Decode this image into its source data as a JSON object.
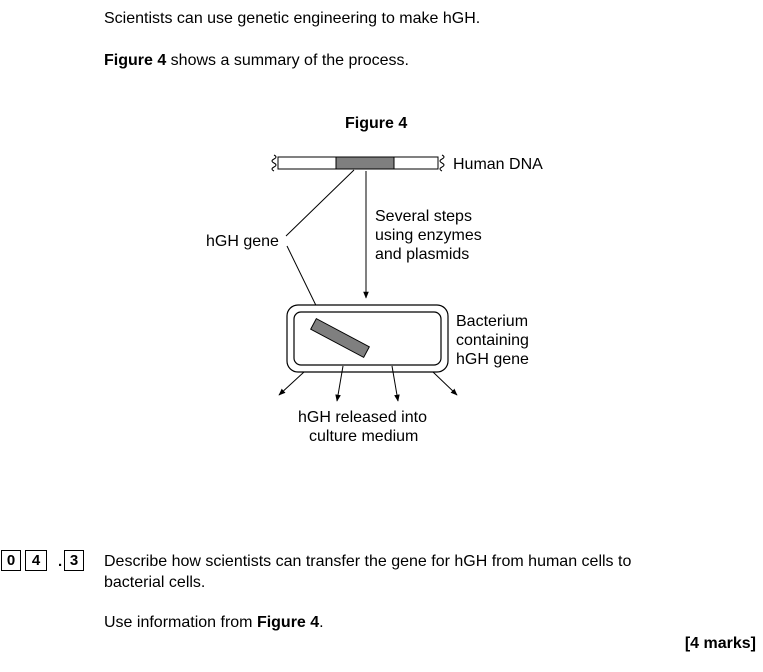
{
  "intro": {
    "line1": "Scientists can use genetic engineering to make hGH.",
    "figure_ref_bold": "Figure 4",
    "figure_ref_rest": " shows a summary of the process."
  },
  "figure": {
    "title": "Figure 4",
    "labels": {
      "human_dna": "Human DNA",
      "hgh_gene": "hGH gene",
      "steps": [
        "Several steps",
        "using enzymes",
        "and plasmids"
      ],
      "bacterium": [
        "Bacterium",
        "containing",
        "hGH gene"
      ],
      "released": [
        "hGH released into",
        "culture medium"
      ]
    }
  },
  "question": {
    "number_digits": [
      "0",
      "4",
      "3"
    ],
    "text_line1": "Describe how scientists can transfer the gene for hGH from human cells to",
    "text_line2": "bacterial cells.",
    "instruction_prefix": "Use information from ",
    "instruction_bold": "Figure 4",
    "instruction_suffix": ".",
    "marks": "[4 marks]"
  }
}
